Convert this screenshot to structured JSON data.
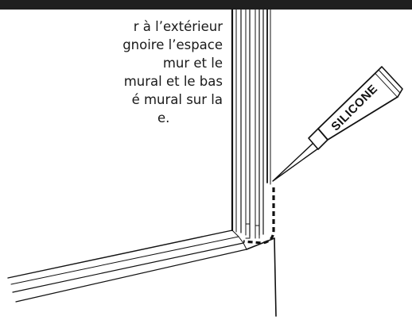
{
  "instructions": {
    "lines": [
      "r à l’extérieur",
      "gnoire l’espace",
      "mur et le",
      "mural et le bas",
      "é mural sur la",
      "e."
    ]
  },
  "illustration": {
    "tube_label": "SILICONE"
  }
}
